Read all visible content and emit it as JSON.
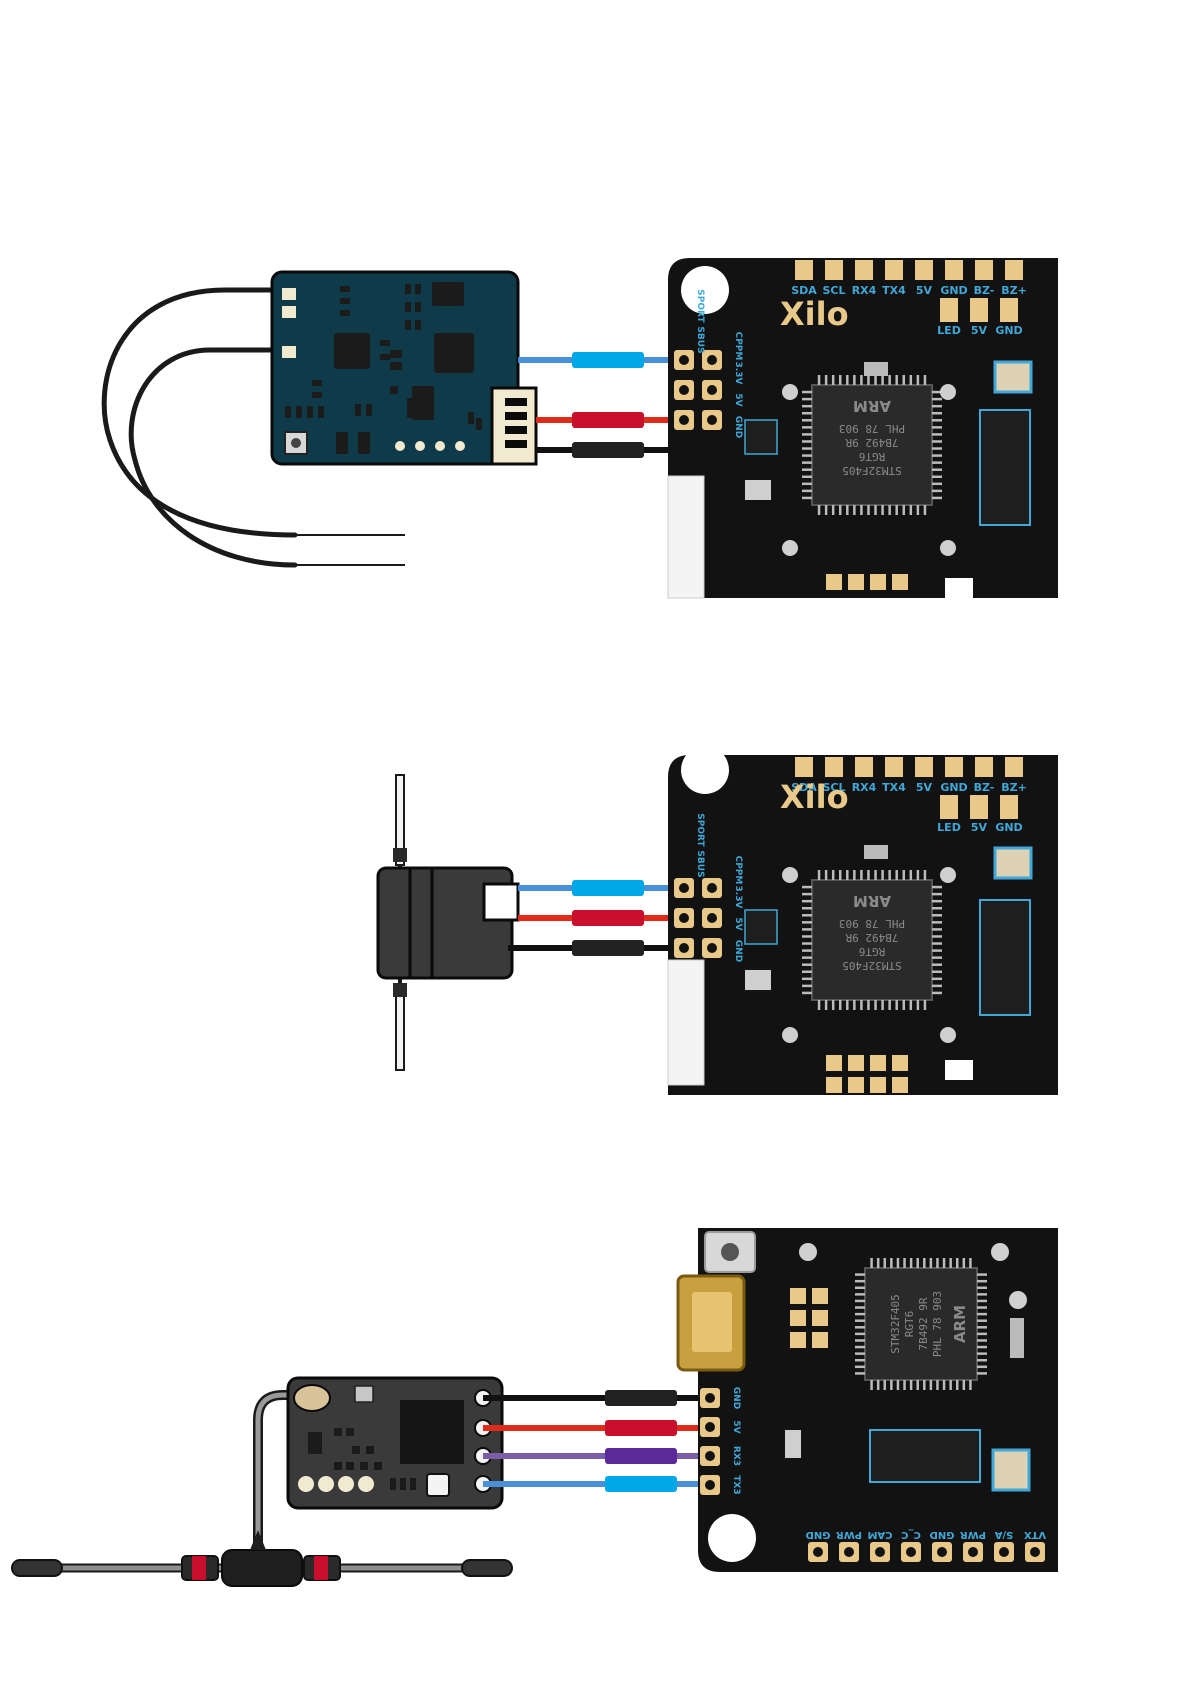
{
  "colors": {
    "background": "#ffffff",
    "wire_signal": "#4a90d9",
    "wire_signal_sleeve": "#00a8e8",
    "wire_power": "#e02a1a",
    "wire_power_sleeve": "#c8102e",
    "wire_ground": "#111111",
    "wire_ground_sleeve": "#222222",
    "wire_purple": "#7a5fa8",
    "wire_purple_sleeve": "#5a2a9a",
    "receiver_teal": "#0f3a4a",
    "receiver_dark": "#2a2a2a",
    "fc_board": "#121212",
    "fc_pad": "#e8c98a",
    "fc_silkscreen": "#3fa8d8"
  },
  "diagrams": [
    {
      "id": "receiver-a",
      "fc": {
        "top_pads": [
          "SDA",
          "SCL",
          "RX4",
          "TX4",
          "5V",
          "GND",
          "BZ-",
          "BZ+"
        ],
        "bottom_pads": [
          "LED",
          "5V",
          "GND"
        ],
        "side_pads": [
          "SBUS",
          "SPORT",
          "CPPM",
          "3.3V",
          "5V",
          "GND"
        ],
        "logo": "Xilo",
        "mcu_lines": [
          "STM32F405",
          "RGT6",
          "7B492 9R",
          "PHL 78 903"
        ],
        "mcu_brand": "ARM"
      }
    },
    {
      "id": "receiver-b",
      "fc": {
        "top_pads": [
          "SDA",
          "SCL",
          "RX4",
          "TX4",
          "5V",
          "GND",
          "BZ-",
          "BZ+"
        ],
        "bottom_pads": [
          "LED",
          "5V",
          "GND"
        ],
        "side_pads": [
          "SBUS",
          "SPORT",
          "CPPM",
          "3.3V",
          "5V",
          "GND"
        ],
        "logo": "Xilo",
        "mcu_lines": [
          "STM32F405",
          "RGT6",
          "7B492 9R",
          "PHL 78 903"
        ],
        "mcu_brand": "ARM"
      }
    },
    {
      "id": "receiver-c",
      "fc": {
        "side_pads": [
          "GND",
          "5V",
          "RX3",
          "TX3"
        ],
        "bottom_pads": [
          "GND",
          "PWR",
          "CAM",
          "C_C",
          "GND",
          "PWR",
          "S/A",
          "VTX"
        ],
        "mcu_lines": [
          "STM32F405",
          "RGT6",
          "7B492 9R",
          "PHL 78 903"
        ],
        "mcu_brand": "ARM"
      }
    }
  ]
}
